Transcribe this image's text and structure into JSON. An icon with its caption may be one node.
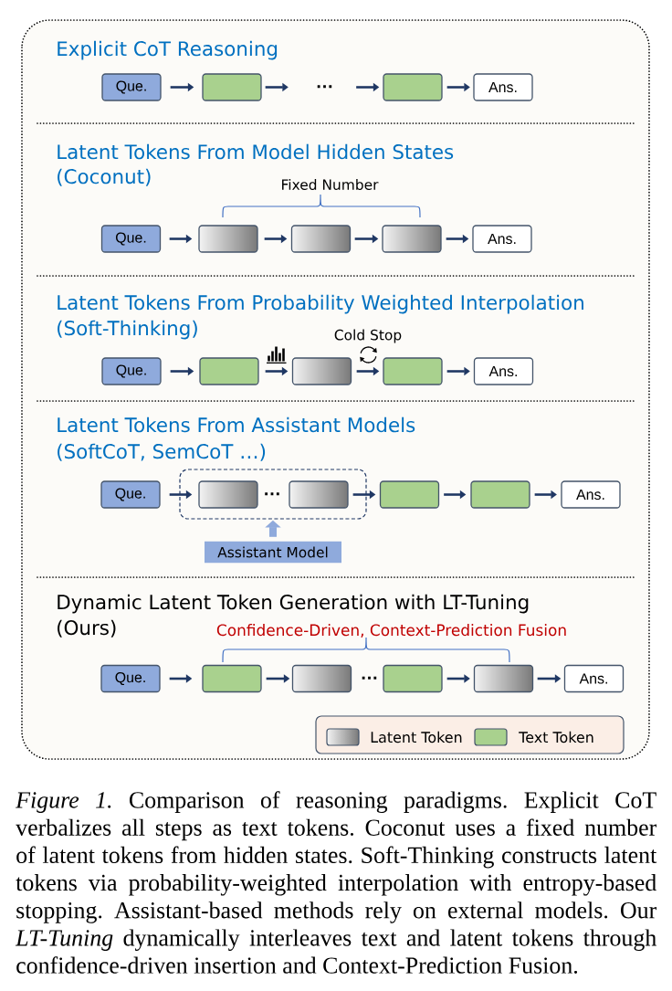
{
  "diagram": {
    "caption": "*Figure 1.* Comparison of reasoning paradigms. Explicit CoT verbalizes all steps as text tokens. Coconut uses a fixed number of latent tokens from hidden states. Soft-Thinking constructs latent tokens via probability-weighted interpolation with entropy-based stopping. Assistant-based methods rely on external models. Our *LT-Tuning* dynamically interleaves text and latent tokens through confidence-driven insertion and Context-Prediction Fusion.",
    "nodes": [
      {
        "text": [
          "Que."
        ]
      },
      {
        "text": [],
        "shape": "box"
      },
      {
        "text": [
          "…"
        ]
      },
      {
        "text": [],
        "shape": "box"
      },
      {
        "text": [
          "Ans."
        ]
      },
      {
        "text": [
          "Que."
        ]
      },
      {
        "text": [],
        "shape": "box"
      },
      {
        "text": [],
        "shape": "box"
      },
      {
        "text": [],
        "shape": "box"
      },
      {
        "text": [
          "Ans."
        ]
      },
      {
        "text": [
          "Que."
        ]
      },
      {
        "text": [],
        "shape": "box"
      },
      {
        "text": [],
        "shape": "box"
      },
      {
        "text": [],
        "shape": "box"
      },
      {
        "text": [
          "Ans."
        ]
      },
      {
        "text": [
          "Que."
        ]
      },
      {
        "text": [],
        "shape": "box"
      },
      {
        "text": [],
        "shape": "box",
        "in": 16
      },
      {
        "text": [],
        "shape": "box",
        "in": 16
      },
      {
        "text": [],
        "shape": "box"
      },
      {
        "text": [],
        "shape": "box"
      },
      {
        "text": [
          "Ans."
        ]
      },
      {
        "text": [
          "Assistant Model"
        ]
      },
      {
        "text": [
          "Que."
        ]
      },
      {
        "text": [],
        "shape": "box"
      },
      {
        "text": [],
        "shape": "box"
      },
      {
        "text": [],
        "shape": "box"
      },
      {
        "text": [],
        "shape": "box"
      },
      {
        "text": [
          "Ans."
        ]
      }
    ],
    "edges": [
      {
        "from": 0,
        "to": 1,
        "arrow": "to"
      },
      {
        "from": 1,
        "to": 2,
        "arrow": "to"
      },
      {
        "from": 2,
        "to": 3,
        "arrow": "to"
      },
      {
        "from": 3,
        "to": 4,
        "arrow": "to"
      },
      {
        "from": 5,
        "to": 6,
        "arrow": "to"
      },
      {
        "from": 6,
        "to": 7,
        "arrow": "to"
      },
      {
        "from": 7,
        "to": 8,
        "arrow": "to"
      },
      {
        "from": 8,
        "to": 9,
        "arrow": "to"
      },
      {
        "from": 10,
        "to": 11,
        "arrow": "to"
      },
      {
        "from": 11,
        "to": 12,
        "arrow": "to"
      },
      {
        "from": 12,
        "to": 13,
        "arrow": "to"
      },
      {
        "from": 13,
        "to": 14,
        "arrow": "to"
      },
      {
        "from": 15,
        "to": 17,
        "arrow": "to"
      },
      {
        "from": 18,
        "to": 19,
        "arrow": "to"
      },
      {
        "from": 19,
        "to": 20,
        "arrow": "to"
      },
      {
        "from": 20,
        "to": 21,
        "arrow": "to"
      },
      {
        "from": 22,
        "to": 16,
        "arrow": "to",
        "style": "thick",
        "color": "#8faadc"
      },
      {
        "from": 23,
        "to": 24,
        "arrow": "to"
      },
      {
        "from": 24,
        "to": 25,
        "arrow": "to"
      },
      {
        "from": 26,
        "to": 27,
        "arrow": "to"
      },
      {
        "from": 27,
        "to": 28,
        "arrow": "to"
      }
    ],
    "labels": [
      "Explicit CoT Reasoning",
      "Latent Tokens From Model Hidden States",
      "(Coconut)",
      "Fixed Number",
      "Latent Tokens From Probability Weighted Interpolation",
      "(Soft-Thinking)",
      "Cold Stop",
      "Latent Tokens From Assistant Models",
      "(SoftCoT, SemCoT …)",
      "…",
      "Dynamic Latent Token Generation with LT-Tuning",
      "(Ours)",
      "Confidence-Driven, Context-Prediction Fusion",
      "…"
    ],
    "legend": [
      {
        "text": "Latent Token"
      },
      {
        "text": "Text Token",
        "color": "#a9d18e"
      }
    ]
  }
}
